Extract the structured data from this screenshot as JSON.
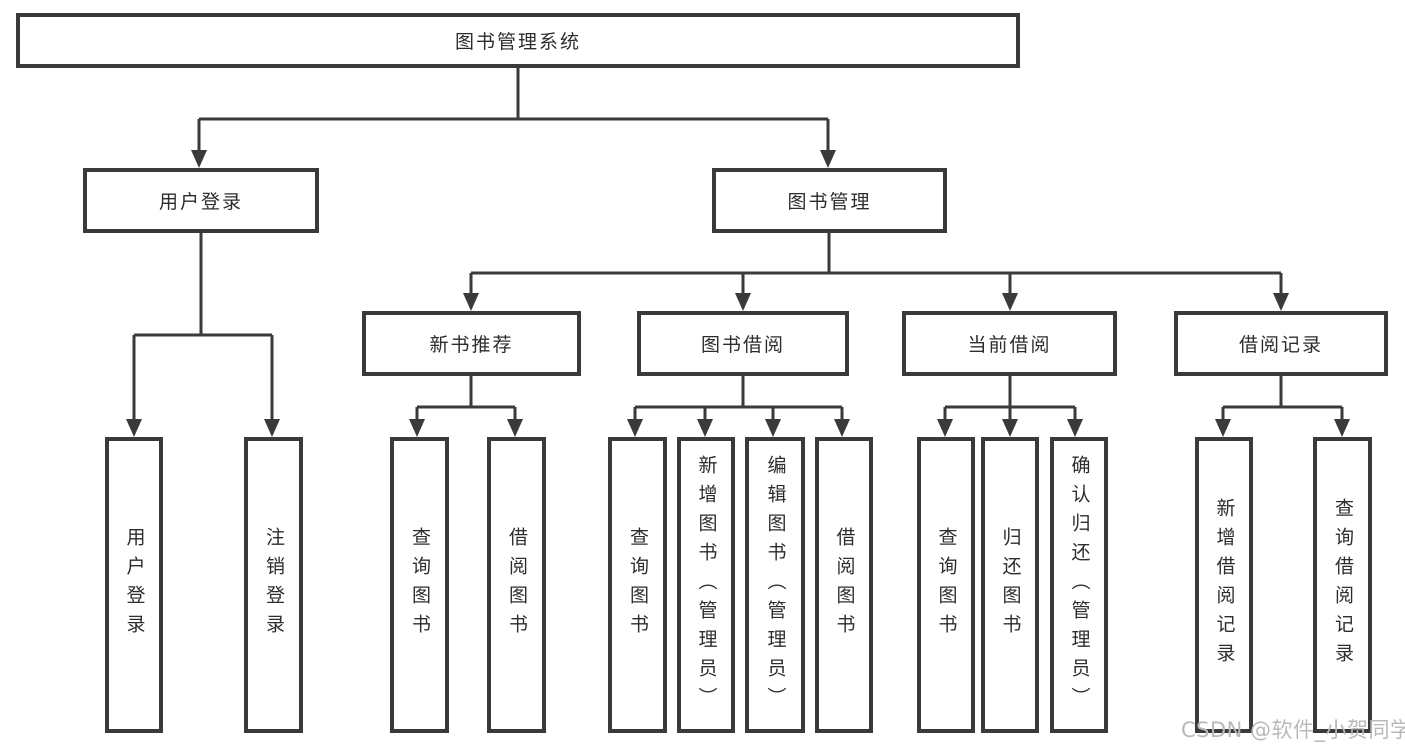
{
  "diagram_type": "hierarchy-tree",
  "colors": {
    "background": "#ffffff",
    "box_fill": "#ffffff",
    "box_border": "#3a3a3a",
    "line": "#3a3a3a",
    "text": "#2d2d2d",
    "watermark": "#b9b9b9"
  },
  "tree": {
    "root": {
      "label": "图书管理系统"
    },
    "level2": [
      {
        "label": "用户登录",
        "children": [
          {
            "label": "用户登录"
          },
          {
            "label": "注销登录"
          }
        ]
      },
      {
        "label": "图书管理",
        "children": [
          {
            "label": "新书推荐",
            "children": [
              {
                "label": "查询图书"
              },
              {
                "label": "借阅图书"
              }
            ]
          },
          {
            "label": "图书借阅",
            "children": [
              {
                "label": "查询图书"
              },
              {
                "label": "新增图书（管理员）"
              },
              {
                "label": "编辑图书（管理员）"
              },
              {
                "label": "借阅图书"
              }
            ]
          },
          {
            "label": "当前借阅",
            "children": [
              {
                "label": "查询图书"
              },
              {
                "label": "归还图书"
              },
              {
                "label": "确认归还（管理员）"
              }
            ]
          },
          {
            "label": "借阅记录",
            "children": [
              {
                "label": "新增借阅记录"
              },
              {
                "label": "查询借阅记录"
              }
            ]
          }
        ]
      }
    ]
  },
  "watermark": {
    "text": "CSDN @软件_小贺同学"
  }
}
